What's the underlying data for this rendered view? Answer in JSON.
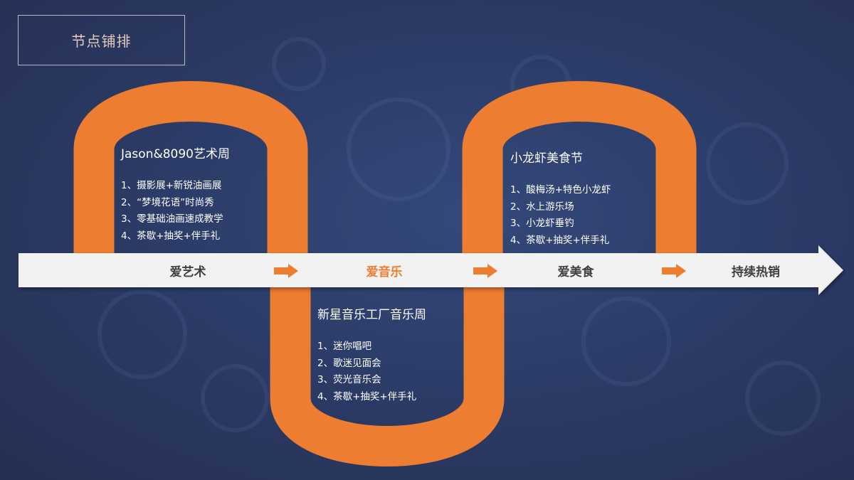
{
  "page_title": "节点铺排",
  "colors": {
    "accent": "#ed7d31",
    "band": "#f2f2f2",
    "stage_text": "#404040",
    "background": "#2c3c68",
    "title_text": "#e8c9bd"
  },
  "timeline": {
    "stages": [
      {
        "label": "爱艺术",
        "active": false
      },
      {
        "label": "爱音乐",
        "active": true
      },
      {
        "label": "爱美食",
        "active": false
      },
      {
        "label": "持续热销",
        "active": false
      }
    ],
    "connector_icon": "right-arrow-icon"
  },
  "events": [
    {
      "title": "Jason&8090艺术周",
      "items": [
        "1、摄影展+新锐油画展",
        "2、“梦境花语”时尚秀",
        "3、零基础油画速成教学",
        "4、茶歇+抽奖+伴手礼"
      ]
    },
    {
      "title": "新星音乐工厂音乐周",
      "items": [
        "1、迷你唱吧",
        "2、歌迷见面会",
        "3、荧光音乐会",
        "4、茶歇+抽奖+伴手礼"
      ]
    },
    {
      "title": "小龙虾美食节",
      "items": [
        "1、酸梅汤+特色小龙虾",
        "2、水上游乐场",
        "3、小龙虾垂钓",
        "4、茶歇+抽奖+伴手礼"
      ]
    }
  ]
}
